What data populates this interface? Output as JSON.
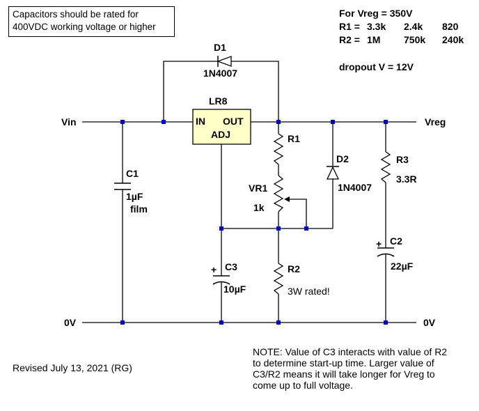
{
  "notice": {
    "line1": "Capacitors should be rated for",
    "line2": "400VDC working voltage or higher"
  },
  "spec": {
    "line1": "For Vreg = 350V",
    "r1_label": "R1 =",
    "r1_values": [
      "3.3k",
      "2.4k",
      "820"
    ],
    "r2_label": "R2 =",
    "r2_values": [
      "1M",
      "750k",
      "240k"
    ],
    "dropout": "dropout V = 12V"
  },
  "net": {
    "vin": "Vin",
    "vreg": "Vreg",
    "gnd_left": "0V",
    "gnd_right": "0V"
  },
  "regulator": {
    "name": "LR8",
    "pin_in": "IN",
    "pin_out": "OUT",
    "pin_adj": "ADJ"
  },
  "components": {
    "d1_ref": "D1",
    "d1_part": "1N4007",
    "d2_ref": "D2",
    "d2_part": "1N4007",
    "r1_ref": "R1",
    "vr1_ref": "VR1",
    "vr1_value": "1k",
    "r2_ref": "R2",
    "r2_note": "3W rated!",
    "r3_ref": "R3",
    "r3_value": "3.3R",
    "c1_ref": "C1",
    "c1_value": "1µF",
    "c1_type": "film",
    "c2_ref": "C2",
    "c2_value": "22µF",
    "c3_ref": "C3",
    "c3_value": "10µF",
    "plus": "+"
  },
  "footnote": {
    "line1": "NOTE: Value of C3 interacts with value of R2",
    "line2": "to determine start-up time. Larger value of",
    "line3": "C3/R2 means it will take longer for Vreg to",
    "line4": "come up to full voltage."
  },
  "revision": "Revised July 13, 2021 (RG)",
  "colors": {
    "regulator_fill": "#ffffc8",
    "junction": "#0000cc",
    "wire": "#000000"
  }
}
